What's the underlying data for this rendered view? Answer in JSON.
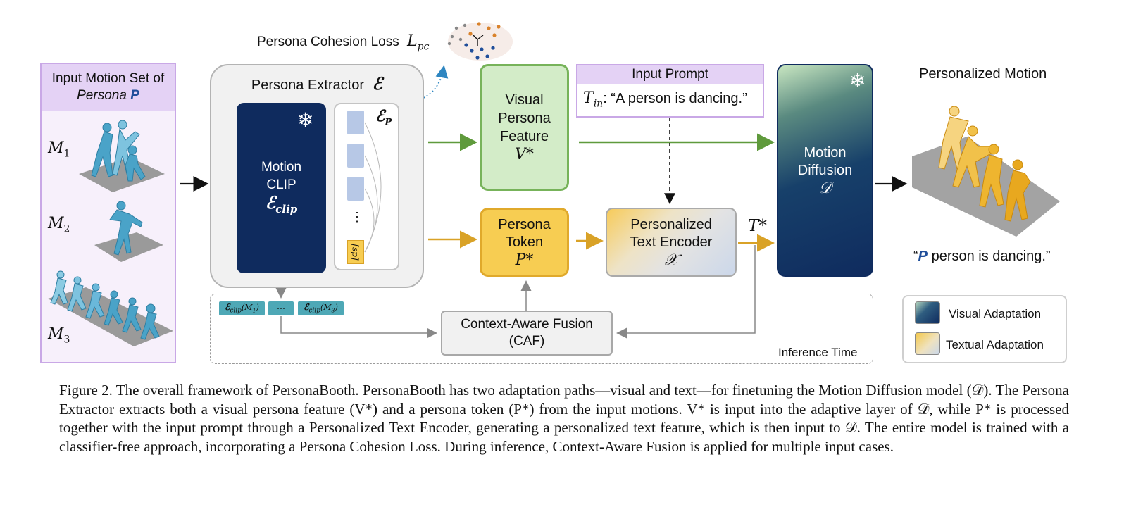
{
  "input_set": {
    "title_line1": "Input Motion Set of",
    "title_persona": "Persona",
    "title_p": "P",
    "motions": [
      {
        "name": "M",
        "sub": "1"
      },
      {
        "name": "M",
        "sub": "2"
      },
      {
        "name": "M",
        "sub": "3"
      }
    ]
  },
  "cohesion_loss": {
    "label": "Persona Cohesion Loss",
    "symbol": "L",
    "sub": "pc"
  },
  "extractor": {
    "title": "Persona Extractor",
    "symbol": "ℰ",
    "clip": {
      "line1": "Motion",
      "line2": "CLIP",
      "symbol": "ℰ",
      "sub": "clip"
    },
    "ep": {
      "symbol": "ℰ",
      "sub": "P"
    },
    "dots": "⋮",
    "sp_token": "[sp]"
  },
  "visual_feature": {
    "line1": "Visual",
    "line2": "Persona",
    "line3": "Feature",
    "symbol": "V*"
  },
  "persona_token": {
    "line1": "Persona",
    "line2": "Token",
    "symbol": "P*"
  },
  "prompt": {
    "title": "Input Prompt",
    "var": "T",
    "sub": "in",
    "text": ": “A person is dancing.”"
  },
  "text_encoder": {
    "line1": "Personalized",
    "line2": "Text Encoder",
    "symbol": "𝒳"
  },
  "t_star": "T*",
  "diffusion": {
    "line1": "Motion",
    "line2": "Diffusion",
    "symbol": "𝒟"
  },
  "output": {
    "title": "Personalized Motion",
    "quote_open": "“",
    "p": "P",
    "text": " person is dancing.”"
  },
  "legend": {
    "items": [
      {
        "label": "Visual Adaptation",
        "color": "#1a3a66"
      },
      {
        "label": "Textual Adaptation",
        "color": "#f4c84a"
      }
    ]
  },
  "inference": {
    "label": "Inference Time",
    "tags": [
      {
        "symbol": "ℰ",
        "sub": "clip",
        "arg": "(M",
        "argsub": "1",
        "close": ")"
      },
      {
        "text": "⋯"
      },
      {
        "symbol": "ℰ",
        "sub": "clip",
        "arg": "(M",
        "argsub": "3",
        "close": ")"
      }
    ],
    "caf_line1": "Context-Aware Fusion",
    "caf_line2": "(CAF)"
  },
  "caption": "Figure 2. The overall framework of PersonaBooth. PersonaBooth has two adaptation paths—visual and text—for finetuning the Motion Diffusion model (𝒟). The Persona Extractor extracts both a visual persona feature (V*) and a persona token (P*) from the input motions. V* is input into the adaptive layer of 𝒟, while P* is processed together with the input prompt through a Personalized Text Encoder, generating a personalized text feature, which is then input to 𝒟. The entire model is trained with a classifier-free approach, incorporating a Persona Cohesion Loss. During inference, Context-Aware Fusion is applied for multiple input cases.",
  "colors": {
    "green": "#5f9a3c",
    "gold": "#d9a227",
    "navy": "#0f2b5e",
    "purple": "#c9a8e6",
    "teal": "#4ea8b6",
    "dotted_blue": "#2e86c1"
  }
}
